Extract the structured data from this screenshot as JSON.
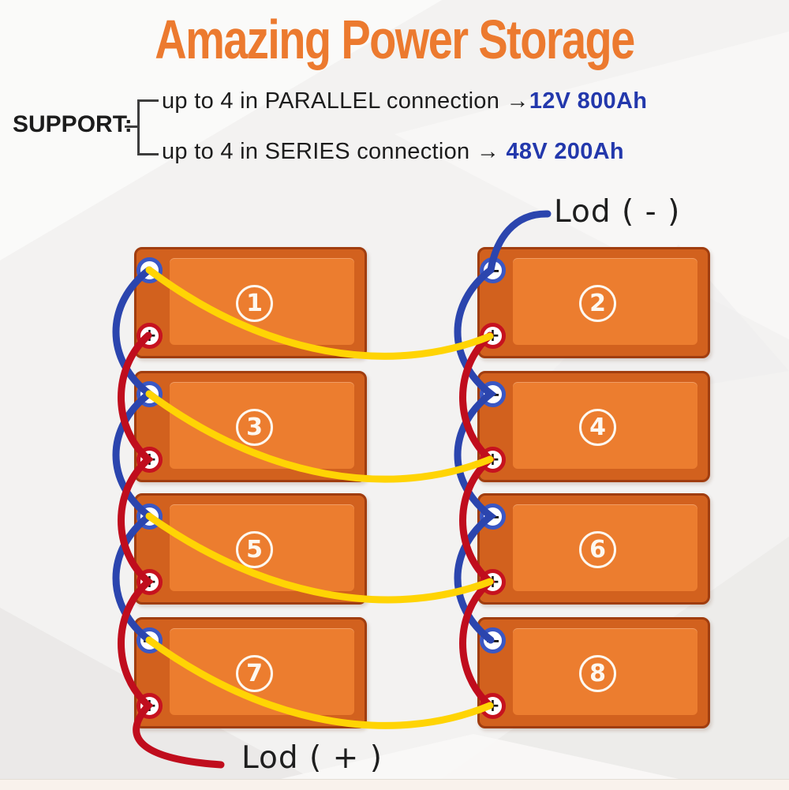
{
  "title": {
    "text": "Amazing Power Storage"
  },
  "support": {
    "label": "SUPPORT:",
    "items": [
      {
        "prefix": "up to 4 in PARALLEL connection →",
        "value": "12V 800Ah"
      },
      {
        "prefix": "up to 4 in SERIES connection → ",
        "value": "48V 200Ah"
      }
    ]
  },
  "labels": {
    "load_negative": "Lod ( - )",
    "load_positive": "Lod ( + )"
  },
  "terminal_symbols": {
    "minus": "−",
    "plus": "+"
  },
  "batteries": [
    {
      "number": "1",
      "column": "left",
      "row": 1
    },
    {
      "number": "2",
      "column": "right",
      "row": 1
    },
    {
      "number": "3",
      "column": "left",
      "row": 2
    },
    {
      "number": "4",
      "column": "right",
      "row": 2
    },
    {
      "number": "5",
      "column": "left",
      "row": 3
    },
    {
      "number": "6",
      "column": "right",
      "row": 3
    },
    {
      "number": "7",
      "column": "left",
      "row": 4
    },
    {
      "number": "8",
      "column": "right",
      "row": 4
    }
  ],
  "connections": [
    {
      "wire": "blue",
      "from": "load (-) label",
      "to": "battery 2 negative terminal"
    },
    {
      "wire": "blue",
      "chain": "negative terminals of batteries 1-3-5-7"
    },
    {
      "wire": "blue",
      "chain": "negative terminals of batteries 2-4-6-8"
    },
    {
      "wire": "red",
      "chain": "positive terminals of batteries 1-3-5-7"
    },
    {
      "wire": "red",
      "chain": "positive terminals of batteries 2-4-6-8"
    },
    {
      "wire": "red",
      "from": "battery 7 positive terminal",
      "to": "load (+) label"
    },
    {
      "wire": "yellow",
      "from": "battery 1 negative terminal",
      "to": "battery 2 positive terminal"
    },
    {
      "wire": "yellow",
      "from": "battery 3 negative terminal",
      "to": "battery 4 positive terminal"
    },
    {
      "wire": "yellow",
      "from": "battery 5 negative terminal",
      "to": "battery 6 positive terminal"
    },
    {
      "wire": "yellow",
      "from": "battery 7 negative terminal",
      "to": "battery 8 positive terminal"
    }
  ],
  "colors": {
    "title_orange": "#ec7a2f",
    "battery_outer": "#d2611e",
    "battery_inner": "#ec7d2f",
    "battery_border": "#a03d0f",
    "wire_blue": "#2b45ae",
    "wire_red": "#c00d1d",
    "wire_yellow": "#ffd404",
    "terminal_ring_blue": "#3a57c4",
    "terminal_ring_red": "#c6121f",
    "value_blue": "#2338ac",
    "text_color": "#1c1c1c"
  }
}
